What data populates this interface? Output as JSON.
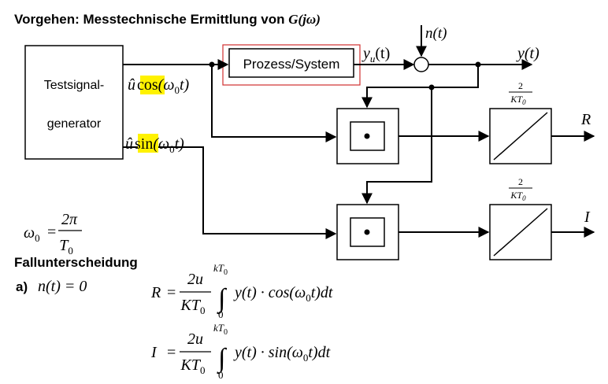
{
  "title": {
    "prefix": "Vorgehen: Messtechnische Ermittlung von ",
    "fn": "G(jω)"
  },
  "blocks": {
    "generator_line1": "Testsignal-",
    "generator_line2": "generator",
    "process": "Prozess/System"
  },
  "signals": {
    "u_hat": "û",
    "cos": "cos",
    "sin": "sin",
    "arg": "(ω",
    "arg_sub": "0",
    "arg_end": "t)",
    "yu": "y",
    "yu_sub": "u",
    "yu_arg": "(t)",
    "noise": "n(t)",
    "y_out": "y(t)",
    "R": "R",
    "I": "I"
  },
  "gain": {
    "numerator": "2",
    "denominator": "KT",
    "denominator_sub": "0"
  },
  "omega": {
    "lhs": "ω",
    "lhs_sub": "0",
    "eq": "=",
    "numerator": "2π",
    "denominator": "T",
    "denominator_sub": "0"
  },
  "cases": {
    "heading": "Fallunterscheidung",
    "case_label": "a)",
    "case_condition": "n(t) = 0"
  },
  "formulas": {
    "R_lhs": "R",
    "I_lhs": "I",
    "eq": "=",
    "frac_num": "2u",
    "frac_den": "KT",
    "frac_den_sub": "0",
    "upper_limit": "kT",
    "upper_limit_sub": "0",
    "lower_limit": "0",
    "integrand_R": "y(t) · cos(ω",
    "integrand_I": "y(t) · sin(ω",
    "integrand_sub": "0",
    "integrand_end": "t)dt"
  }
}
